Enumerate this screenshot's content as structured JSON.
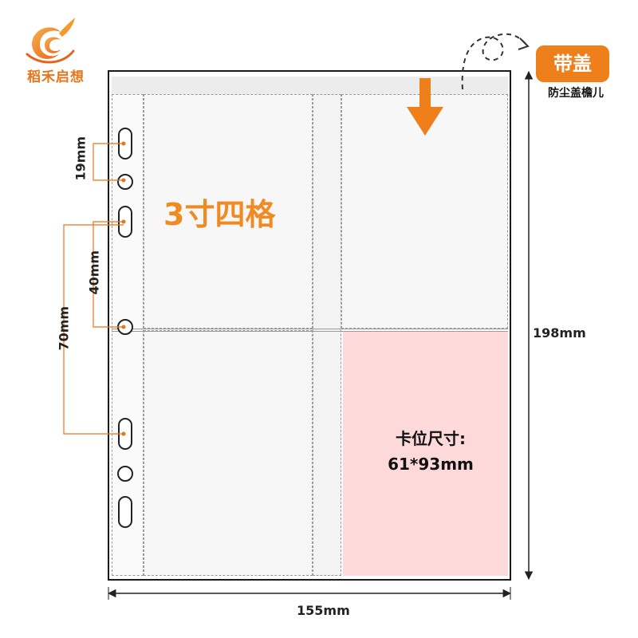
{
  "brand": {
    "logo_icon": "rice-ear-logo-icon",
    "name": "稻禾启想",
    "color": "#e8751a"
  },
  "product": {
    "title": "3寸四格",
    "slot_size_label": "卡位尺寸:",
    "slot_size_value": "61*93mm",
    "lid_badge": "带盖",
    "lid_caption": "防尘盖檐儿"
  },
  "dimensions": {
    "height": "198mm",
    "width": "155mm",
    "hole_spacing_small": "19mm",
    "hole_spacing_medium": "40mm",
    "hole_spacing_large": "70mm"
  },
  "colors": {
    "accent": "#ef7f1a",
    "highlight_slot": "#fdd9d9",
    "pocket": "#f7f7f7"
  }
}
